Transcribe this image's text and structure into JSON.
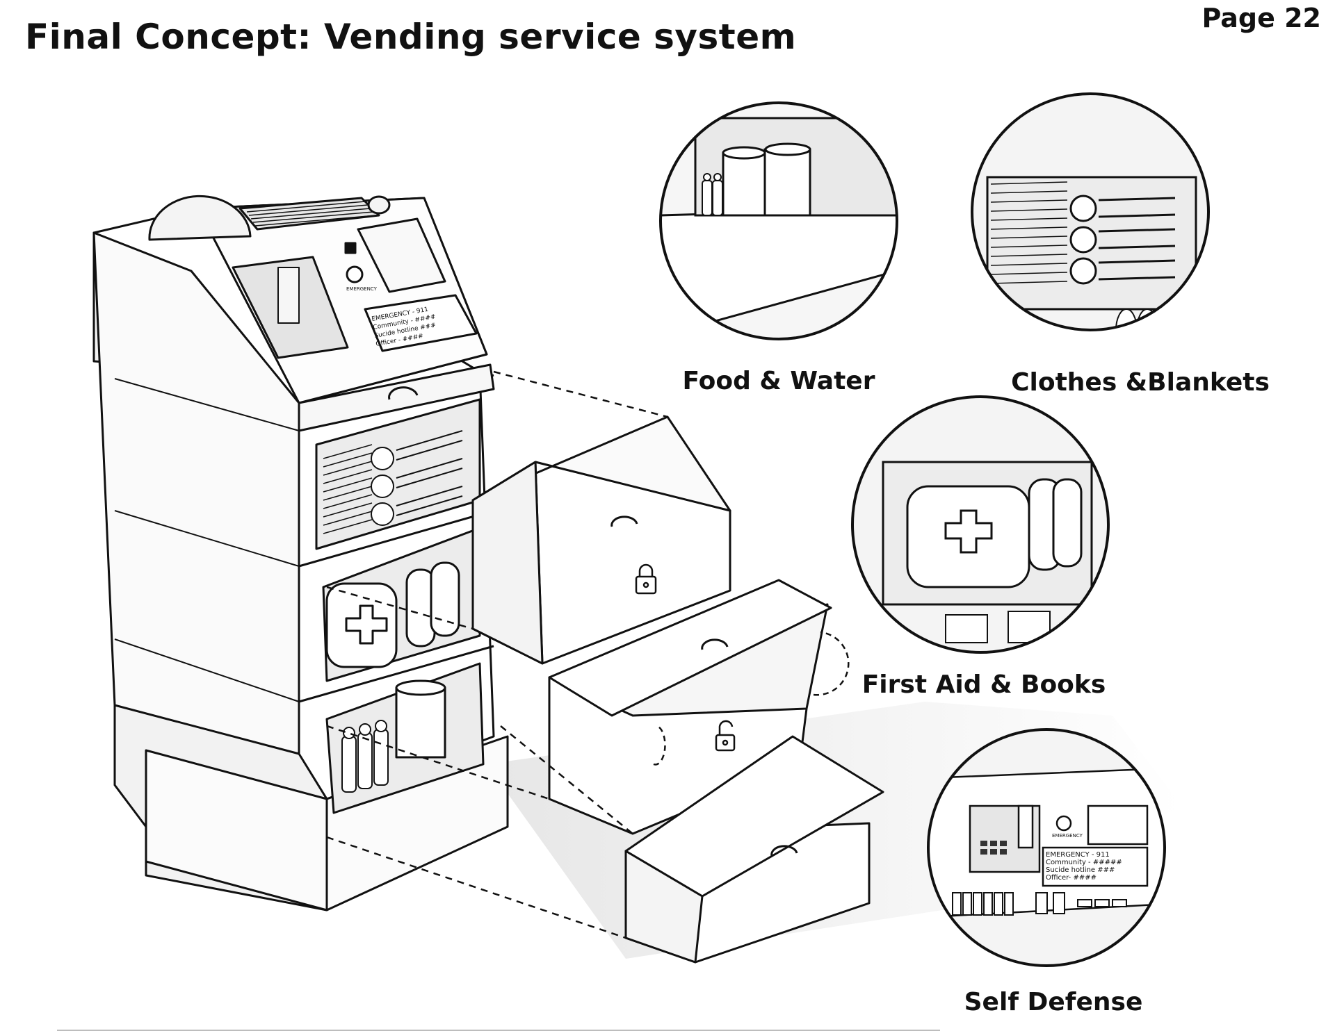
{
  "header": {
    "title": "Final Concept: Vending service system",
    "page_label": "Page 22"
  },
  "detail_views": [
    {
      "label": "Food & Water",
      "icon": "bottles-and-rolls-icon"
    },
    {
      "label": "Clothes &Blankets",
      "icon": "folded-blankets-icon"
    },
    {
      "label": "First Aid & Books",
      "icon": "first-aid-kit-icon"
    },
    {
      "label": "Self Defense",
      "icon": "control-panel-icon"
    }
  ],
  "machine": {
    "info_panel_lines": [
      "EMERGENCY - 911",
      "Community - ####",
      "Sucide hotline ###",
      "Officer - ####"
    ],
    "button_caption": "EMERGENCY"
  },
  "modules": [
    {
      "name": "top-module",
      "lock": "closed"
    },
    {
      "name": "middle-module",
      "lock": "open"
    },
    {
      "name": "bottom-module",
      "lock": "none"
    }
  ],
  "zoom_panel": {
    "info_lines": [
      "EMERGENCY - 911",
      "Community - #####",
      "Sucide hotline ###",
      "Officer- ####"
    ],
    "button_caption": "EMERGENCY"
  },
  "colors": {
    "ink": "#111111",
    "panel": "#ffffff",
    "shade": "#d9d9d9",
    "shadow": "#e6e6e6"
  }
}
